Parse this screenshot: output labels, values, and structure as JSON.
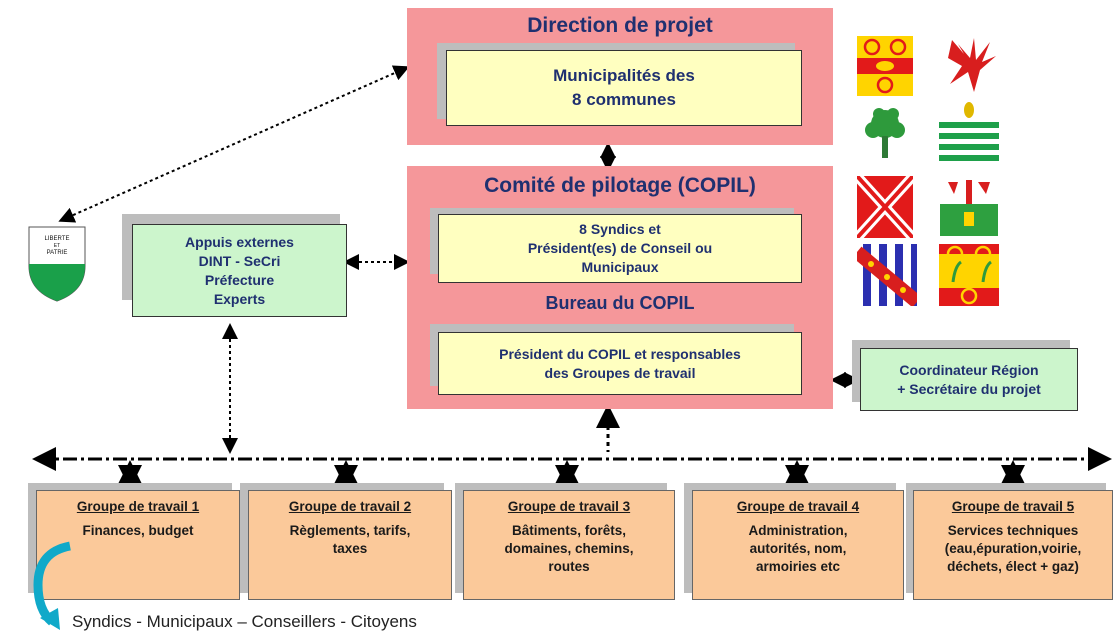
{
  "direction": {
    "title": "Direction de projet",
    "inner_line1": "Municipalités des",
    "inner_line2": "8 communes"
  },
  "copil": {
    "title": "Comité de pilotage (COPIL)",
    "syndics_line1": "8 Syndics et",
    "syndics_line2": "Président(es) de Conseil ou",
    "syndics_line3": "Municipaux",
    "bureau_title": "Bureau du COPIL",
    "bureau_line1": "Président du COPIL et responsables",
    "bureau_line2": "des Groupes de travail"
  },
  "appuis": {
    "line1": "Appuis externes",
    "line2": "DINT - SeCri",
    "line3": "Préfecture",
    "line4": "Experts"
  },
  "coordinateur": {
    "line1": "Coordinateur Région",
    "line2": "+ Secrétaire du projet"
  },
  "vaud_shield": {
    "top_line1": "LIBERTE",
    "top_line2": "ET",
    "top_line3": "PATRIE"
  },
  "groups": [
    {
      "title": "Groupe de travail 1",
      "l1": "Finances, budget",
      "l2": "",
      "l3": "",
      "l4": ""
    },
    {
      "title": "Groupe de travail 2",
      "l1": "Règlements, tarifs,",
      "l2": "taxes",
      "l3": "",
      "l4": ""
    },
    {
      "title": "Groupe de travail 3",
      "l1": "Bâtiments, forêts,",
      "l2": "domaines, chemins,",
      "l3": "routes",
      "l4": ""
    },
    {
      "title": "Groupe de travail 4",
      "l1": "Administration,",
      "l2": "autorités, nom,",
      "l3": "armoiries etc",
      "l4": ""
    },
    {
      "title": "Groupe de travail 5",
      "l1": "Services techniques",
      "l2": "(eau,épuration,voirie,",
      "l3": "déchets, élect + gaz)",
      "l4": ""
    }
  ],
  "footer": "Syndics - Municipaux – Conseillers - Citoyens",
  "colors": {
    "pink": "#f5979a",
    "yellow": "#ffffc0",
    "green": "#ccf5cc",
    "orange": "#fbc99a",
    "navy": "#1f3070"
  }
}
